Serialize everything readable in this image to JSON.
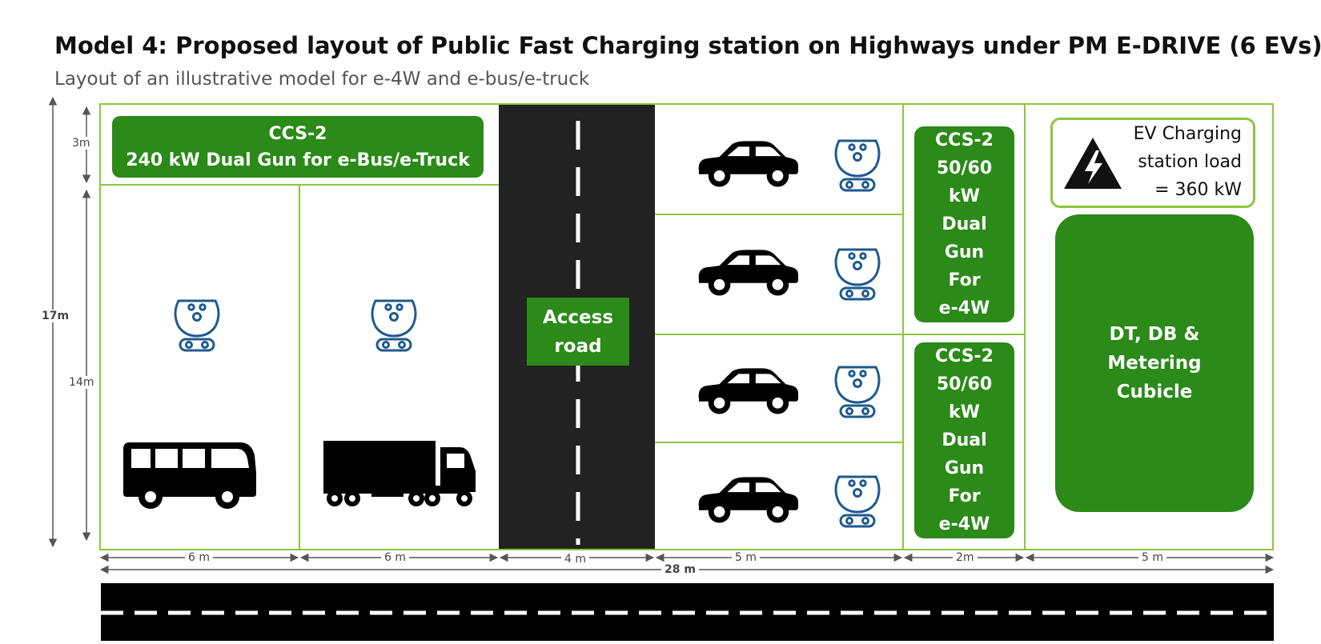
{
  "title": "Model 4: Proposed layout of Public Fast Charging station on Highways under PM E-DRIVE (6 EVs)",
  "subtitle": "Layout of an illustrative model for e-4W and e-bus/e-truck",
  "colors": {
    "green": "#2b8a18",
    "outline": "#8cc63f",
    "road": "#222222",
    "connector": "#1f5a8e"
  },
  "boxes": {
    "ccs_bus_truck": [
      "CCS-2",
      "240 kW Dual Gun for e-Bus/e-Truck"
    ],
    "access_road": [
      "Access",
      "road"
    ],
    "ccs_4w_top": [
      "CCS-2",
      "50/60",
      "kW",
      "Dual",
      "Gun",
      "For",
      "e-4W"
    ],
    "ccs_4w_bottom": [
      "CCS-2",
      "50/60",
      "kW",
      "Dual",
      "Gun",
      "For",
      "e-4W"
    ],
    "cubicle": [
      "DT, DB &",
      "Metering",
      "Cubicle"
    ]
  },
  "load_note": [
    "EV Charging",
    "station load",
    "= 360 kW"
  ],
  "dimensions": {
    "vertical": {
      "top": "3m",
      "total": "17m",
      "bottom": "14m"
    },
    "horizontal": [
      "6 m",
      "6 m",
      "4 m",
      "5 m",
      "2m",
      "5 m"
    ],
    "total_width": "28 m"
  },
  "icons": [
    "bus-icon",
    "truck-icon",
    "car-icon",
    "connector-icon",
    "warning-lightning-icon"
  ]
}
